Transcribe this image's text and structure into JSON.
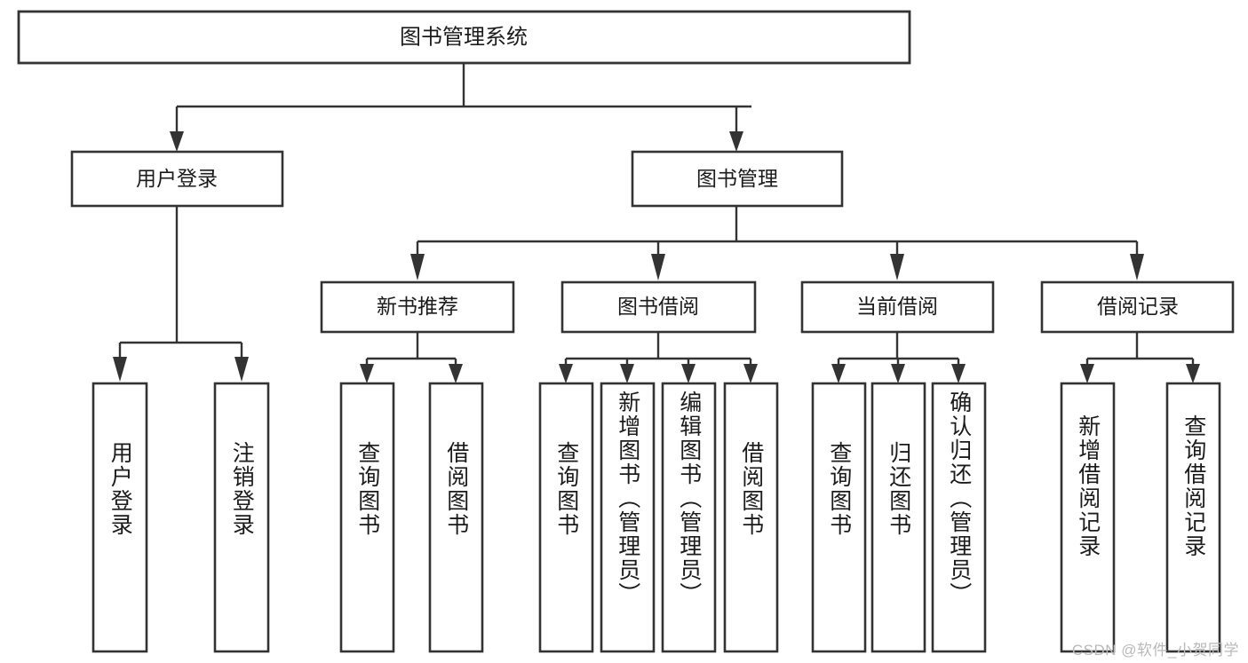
{
  "diagram": {
    "type": "tree",
    "title": "图书管理系统",
    "orientation": "top-down",
    "colors": {
      "box_fill": "#ffffff",
      "box_stroke": "#333333",
      "text": "#1b1b1b",
      "background": "#ffffff",
      "watermark": "#b9b9b9"
    },
    "root": {
      "label": "图书管理系统"
    },
    "level2": [
      {
        "label": "用户登录"
      },
      {
        "label": "图书管理"
      }
    ],
    "level3": [
      {
        "label": "新书推荐"
      },
      {
        "label": "图书借阅"
      },
      {
        "label": "当前借阅"
      },
      {
        "label": "借阅记录"
      }
    ],
    "leaves": {
      "user_login": [
        {
          "label": "用户登录"
        },
        {
          "label": "注销登录"
        }
      ],
      "new_book_recommend": [
        {
          "label": "查询图书"
        },
        {
          "label": "借阅图书"
        }
      ],
      "book_borrow": [
        {
          "label": "查询图书"
        },
        {
          "label": "新增图书（管理员）"
        },
        {
          "label": "编辑图书（管理员）"
        },
        {
          "label": "借阅图书"
        }
      ],
      "current_borrow": [
        {
          "label": "查询图书"
        },
        {
          "label": "归还图书"
        },
        {
          "label": "确认归还（管理员）"
        }
      ],
      "borrow_record": [
        {
          "label": "新增借阅记录"
        },
        {
          "label": "查询借阅记录"
        }
      ]
    },
    "watermark": "CSDN @软件_小贺同学"
  }
}
